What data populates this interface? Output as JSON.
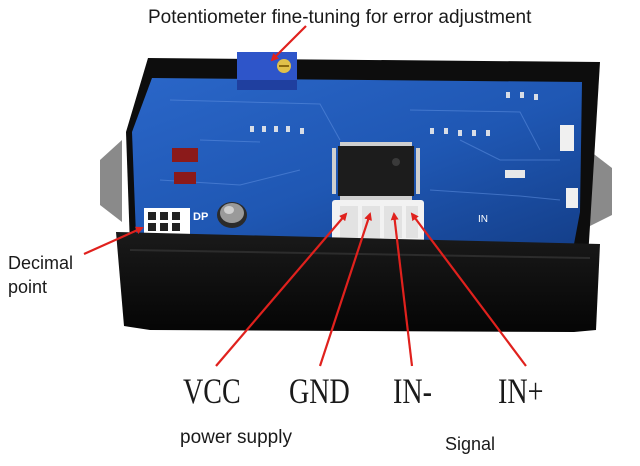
{
  "labels": {
    "potentiometer": "Potentiometer fine-tuning for error adjustment",
    "decimal_line1": "Decimal",
    "decimal_line2": "point",
    "vcc": "VCC",
    "gnd": "GND",
    "in_minus": "IN-",
    "in_plus": "IN+",
    "power_supply": "power supply",
    "signal": "Signal"
  },
  "board": {
    "silkscreen_dp": "DP",
    "silkscreen_in": "IN"
  },
  "colors": {
    "arrow": "#e0211d",
    "pcb": "#1f57b3",
    "housing": "#111111",
    "label_text": "#1a1a1a"
  }
}
